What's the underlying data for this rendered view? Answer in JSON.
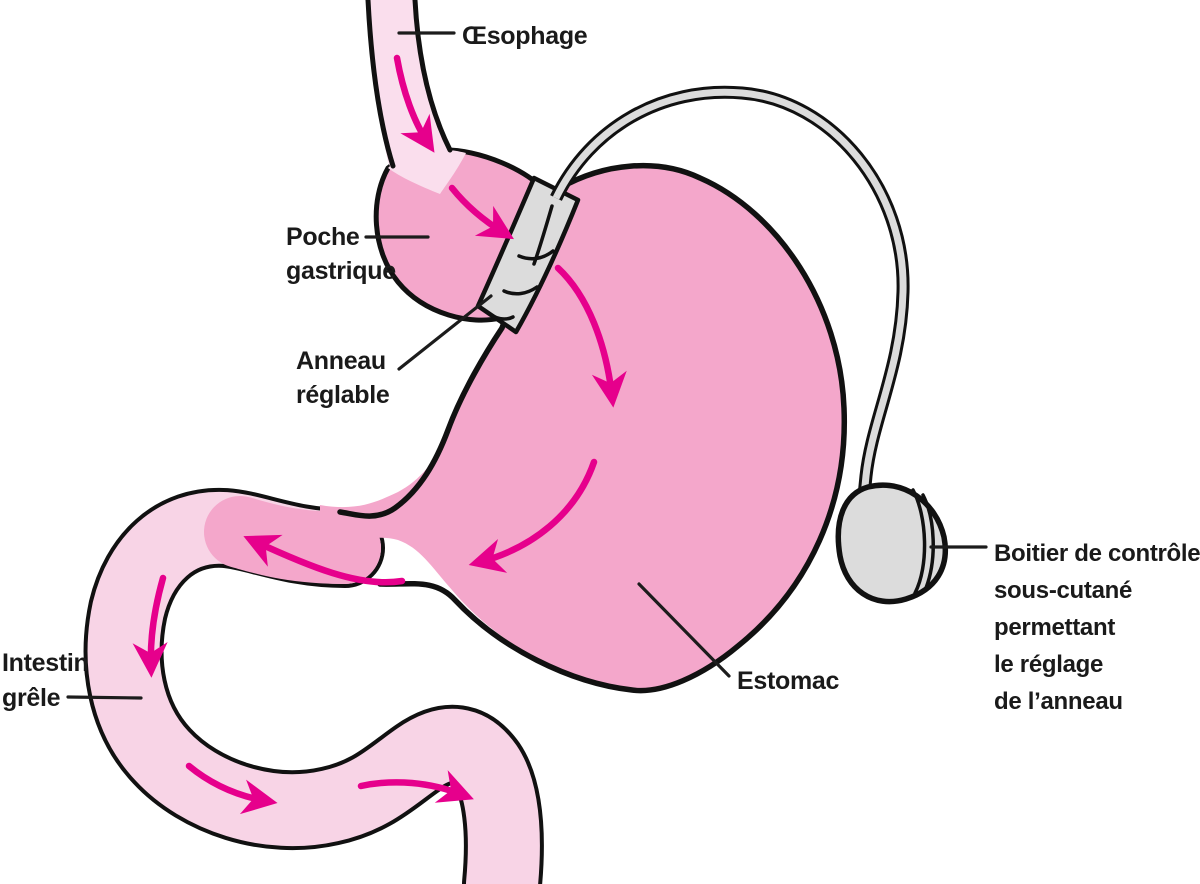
{
  "labels": {
    "esophagus": {
      "text": "Œsophage"
    },
    "gastric_pouch": {
      "lines": [
        "Poche",
        "gastrique"
      ]
    },
    "adjustable_band": {
      "lines": [
        "Anneau",
        "réglable"
      ]
    },
    "small_intestine": {
      "lines": [
        "Intestin",
        "grêle"
      ]
    },
    "stomach": {
      "text": "Estomac"
    },
    "control_port": {
      "lines": [
        "Boitier de contrôle",
        "sous-cutané",
        "permettant",
        "le réglage",
        "de l’anneau"
      ]
    }
  },
  "colors": {
    "stomach_pink": "#F4A7CB",
    "intestine_pink": "#F8D4E6",
    "esophagus_pink": "#FADEED",
    "device_gray": "#DCDCDC",
    "arrow_magenta": "#E6008C",
    "outline_black": "#111111",
    "leader_line": "#1C1C1C",
    "text": "#1A1A1A",
    "background": "#FFFFFF"
  }
}
